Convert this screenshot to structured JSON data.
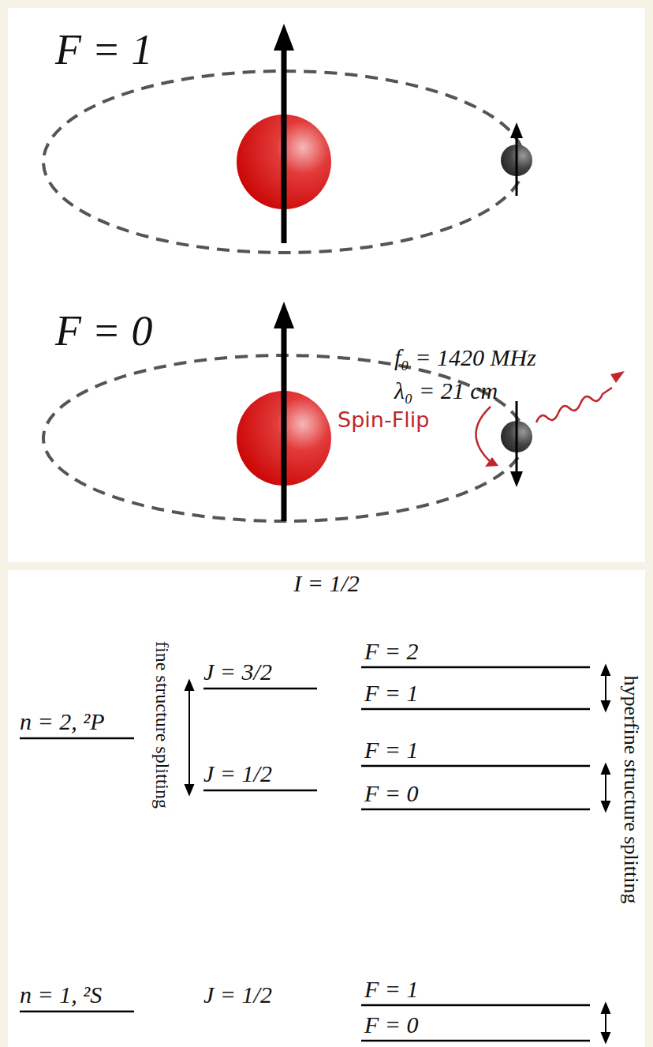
{
  "diagram": {
    "labels": [
      "F = 1",
      "F = 0",
      "f₀ = 1420 MHz",
      "λ₀ = 21 cm",
      "Spin-Flip",
      "I = 1/2",
      "n = 2, ²P",
      "fine structure splitting",
      "J = 3/2",
      "F = 2",
      "F = 1",
      "J = 1/2",
      "F = 1",
      "F = 0",
      "n = 1, ²S",
      "J = 1/2",
      "F = 1",
      "F = 0",
      "hyperfine structure splitting"
    ]
  }
}
